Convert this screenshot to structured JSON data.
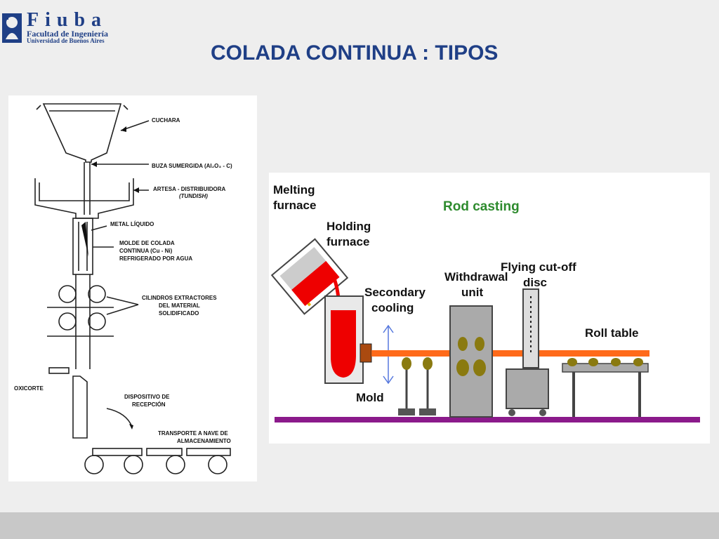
{
  "logo": {
    "name": "Fiuba",
    "line1": "Facultad de Ingeniería",
    "line2": "Universidad de Buenos Aires"
  },
  "slide": {
    "title": "COLADA CONTINUA : TIPOS"
  },
  "left_diagram": {
    "labels": {
      "cuchara": "CUCHARA",
      "buza": "BUZA SUMERGIDA (Al₂O₃ - C)",
      "artesa": "ARTESA - DISTRIBUIDORA",
      "tundish": "(TUNDISH)",
      "metal": "METAL LÍQUIDO",
      "molde1": "MOLDE DE COLADA",
      "molde2": "CONTINUA (Cu - Ni)",
      "molde3": "REFRIGERADO POR AGUA",
      "cil1": "CILINDROS EXTRACTORES",
      "cil2": "DEL MATERIAL",
      "cil3": "SOLIDIFICADO",
      "oxicorte": "OXICORTE",
      "disp1": "DISPOSITIVO DE",
      "disp2": "RECEPCIÓN",
      "trans1": "TRANSPORTE A NAVE DE",
      "trans2": "ALMACENAMIENTO"
    }
  },
  "right_diagram": {
    "title": "Rod casting",
    "labels": {
      "melting1": "Melting",
      "melting2": "furnace",
      "holding1": "Holding",
      "holding2": "furnace",
      "secondary1": "Secondary",
      "secondary2": "cooling",
      "mold": "Mold",
      "withdrawal1": "Withdrawal",
      "withdrawal2": "unit",
      "flying1": "Flying cut-off",
      "flying2": "disc",
      "roll": "Roll table"
    },
    "colors": {
      "title": "#2e8b2e",
      "rod": "#ff6a1a",
      "molten": "#ee0000",
      "floor": "#8b1a8b",
      "roller": "#8a7a10"
    }
  }
}
